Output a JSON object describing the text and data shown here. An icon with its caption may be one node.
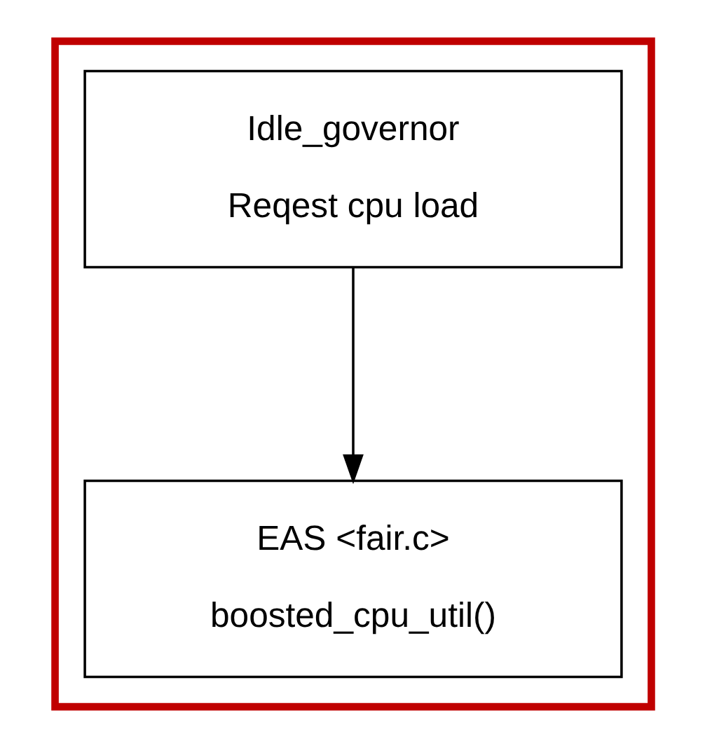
{
  "diagram": {
    "nodes": [
      {
        "text": [],
        "shape": "box"
      },
      {
        "text": [
          "Idle_governor",
          "Reqest cpu load"
        ],
        "in": 0
      },
      {
        "text": [
          "EAS <fair.c>",
          "boosted_cpu_util()"
        ],
        "in": 0
      }
    ],
    "edges": [
      {
        "from": 1,
        "to": 2,
        "arrow": "to"
      }
    ]
  }
}
